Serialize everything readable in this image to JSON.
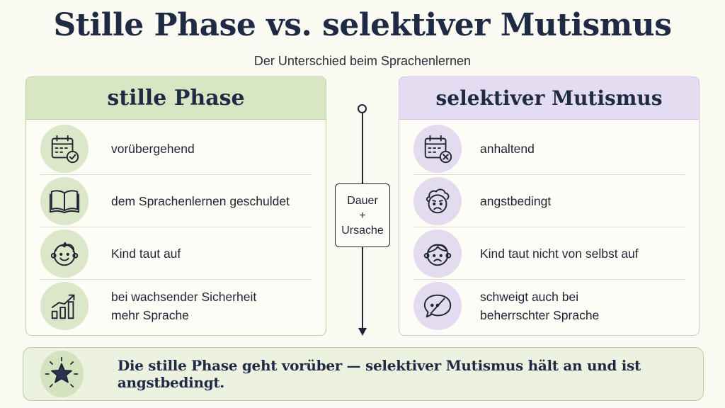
{
  "title": "Stille Phase vs. selektiver Mutismus",
  "subtitle": "Der Unterschied beim Sprachenlernen",
  "left_panel": {
    "heading": "stille Phase",
    "items": [
      {
        "icon": "calendar-check-icon",
        "line1": "vorübergehend",
        "line2": ""
      },
      {
        "icon": "open-book-icon",
        "line1": "dem Sprachenlernen geschuldet",
        "line2": ""
      },
      {
        "icon": "smiling-child-icon",
        "line1": "Kind taut auf",
        "line2": ""
      },
      {
        "icon": "growth-chart-icon",
        "line1": "bei wachsender Sicherheit",
        "line2": "mehr Sprache"
      }
    ]
  },
  "right_panel": {
    "heading": "selektiver Mutismus",
    "items": [
      {
        "icon": "calendar-x-icon",
        "line1": "anhaltend",
        "line2": ""
      },
      {
        "icon": "worried-cloud-face-icon",
        "line1": "angstbedingt",
        "line2": ""
      },
      {
        "icon": "sad-child-icon",
        "line1": "Kind taut nicht von selbst auf",
        "line2": ""
      },
      {
        "icon": "muted-speech-bubble-icon",
        "line1": "schweigt auch bei",
        "line2": "beherrschter Sprache"
      }
    ]
  },
  "axis": {
    "line1": "Dauer",
    "line2": "+",
    "line3": "Ursache"
  },
  "footer": {
    "icon": "star-icon",
    "text": "Die stille Phase geht vorüber — selektiver Mutismus hält an und ist angstbedingt."
  },
  "colors": {
    "left_accent": "#d9e6c3",
    "right_accent": "#e4ddf1",
    "ink": "#1e2433",
    "background": "#fbfaf3"
  }
}
